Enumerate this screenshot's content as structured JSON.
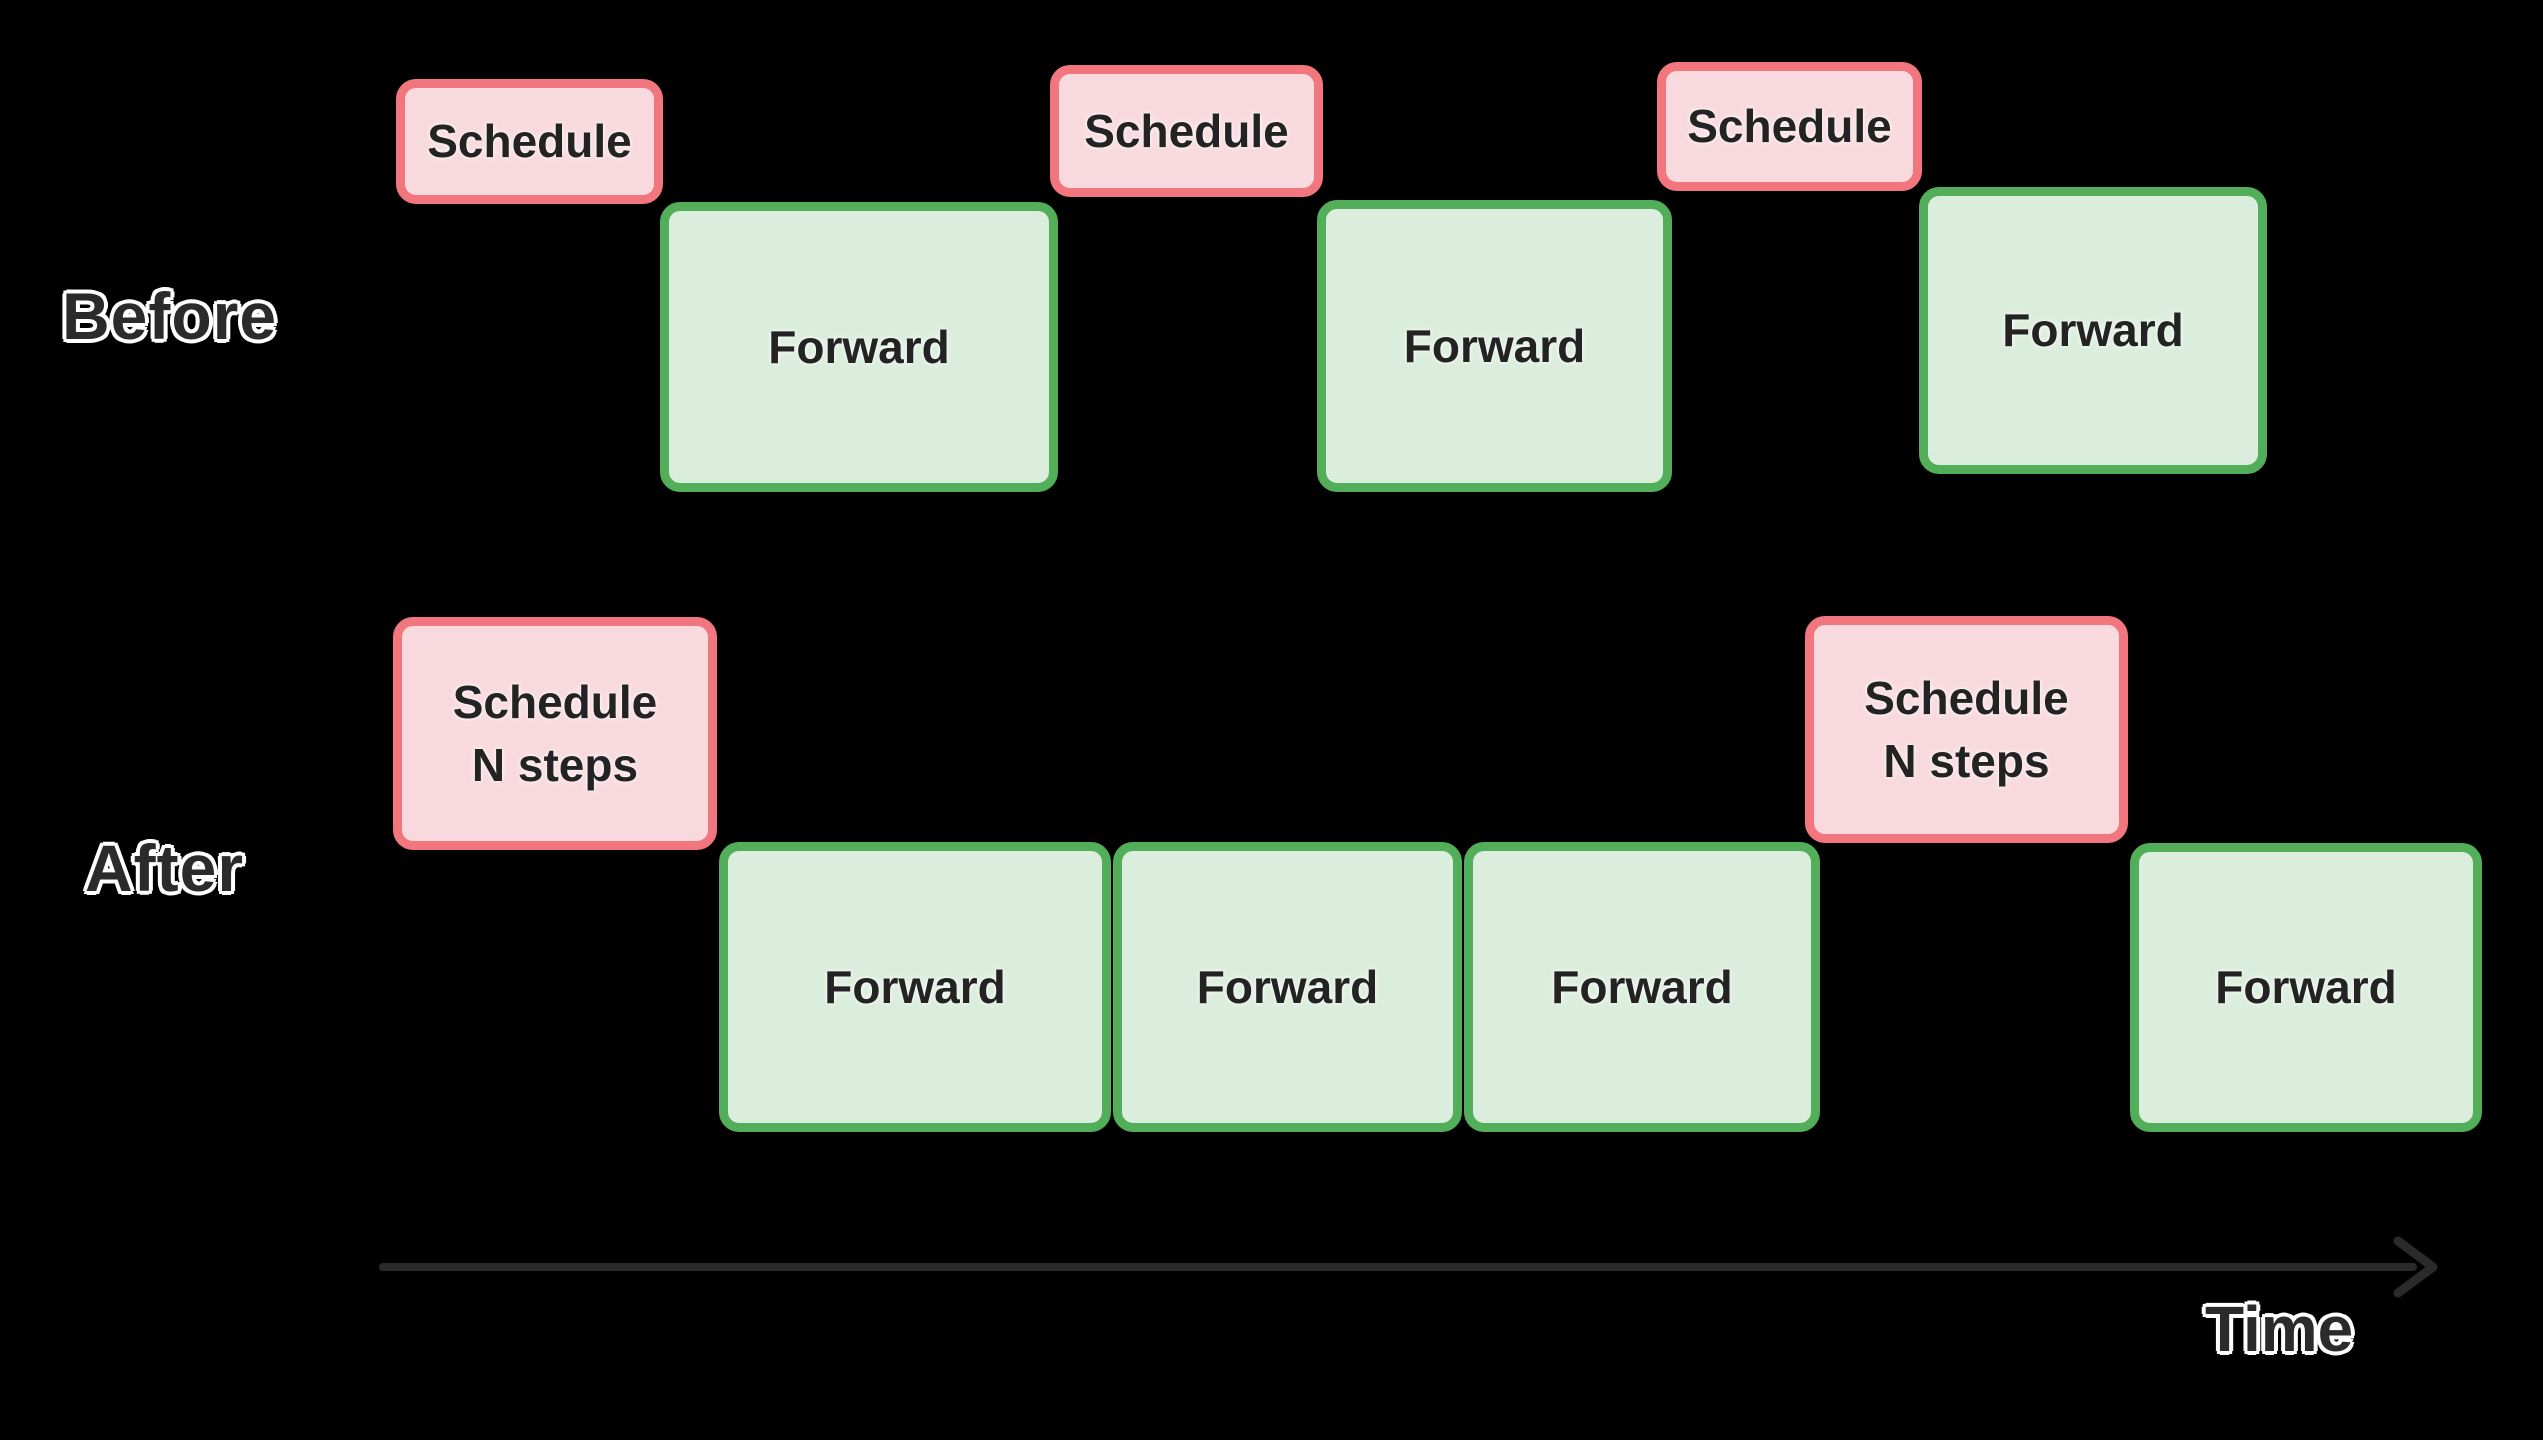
{
  "colors": {
    "background": "#000000",
    "schedule_fill": "#f8dade",
    "schedule_border": "#f1767e",
    "forward_fill": "#dbeddc",
    "forward_border": "#52ae58",
    "text_dark": "#232323",
    "label_color": "#2b2b2b",
    "arrow_color": "#2a2a2a"
  },
  "before": {
    "label": "Before",
    "boxes": [
      {
        "type": "schedule",
        "label": "Schedule"
      },
      {
        "type": "forward",
        "label": "Forward"
      },
      {
        "type": "schedule",
        "label": "Schedule"
      },
      {
        "type": "forward",
        "label": "Forward"
      },
      {
        "type": "schedule",
        "label": "Schedule"
      },
      {
        "type": "forward",
        "label": "Forward"
      }
    ]
  },
  "after": {
    "label": "After",
    "boxes": [
      {
        "type": "schedule",
        "lines": [
          "Schedule",
          "N steps"
        ]
      },
      {
        "type": "forward",
        "label": "Forward"
      },
      {
        "type": "forward",
        "label": "Forward"
      },
      {
        "type": "forward",
        "label": "Forward"
      },
      {
        "type": "schedule",
        "lines": [
          "Schedule",
          "N steps"
        ]
      },
      {
        "type": "forward",
        "label": "Forward"
      }
    ]
  },
  "time_axis": {
    "label": "Time"
  }
}
